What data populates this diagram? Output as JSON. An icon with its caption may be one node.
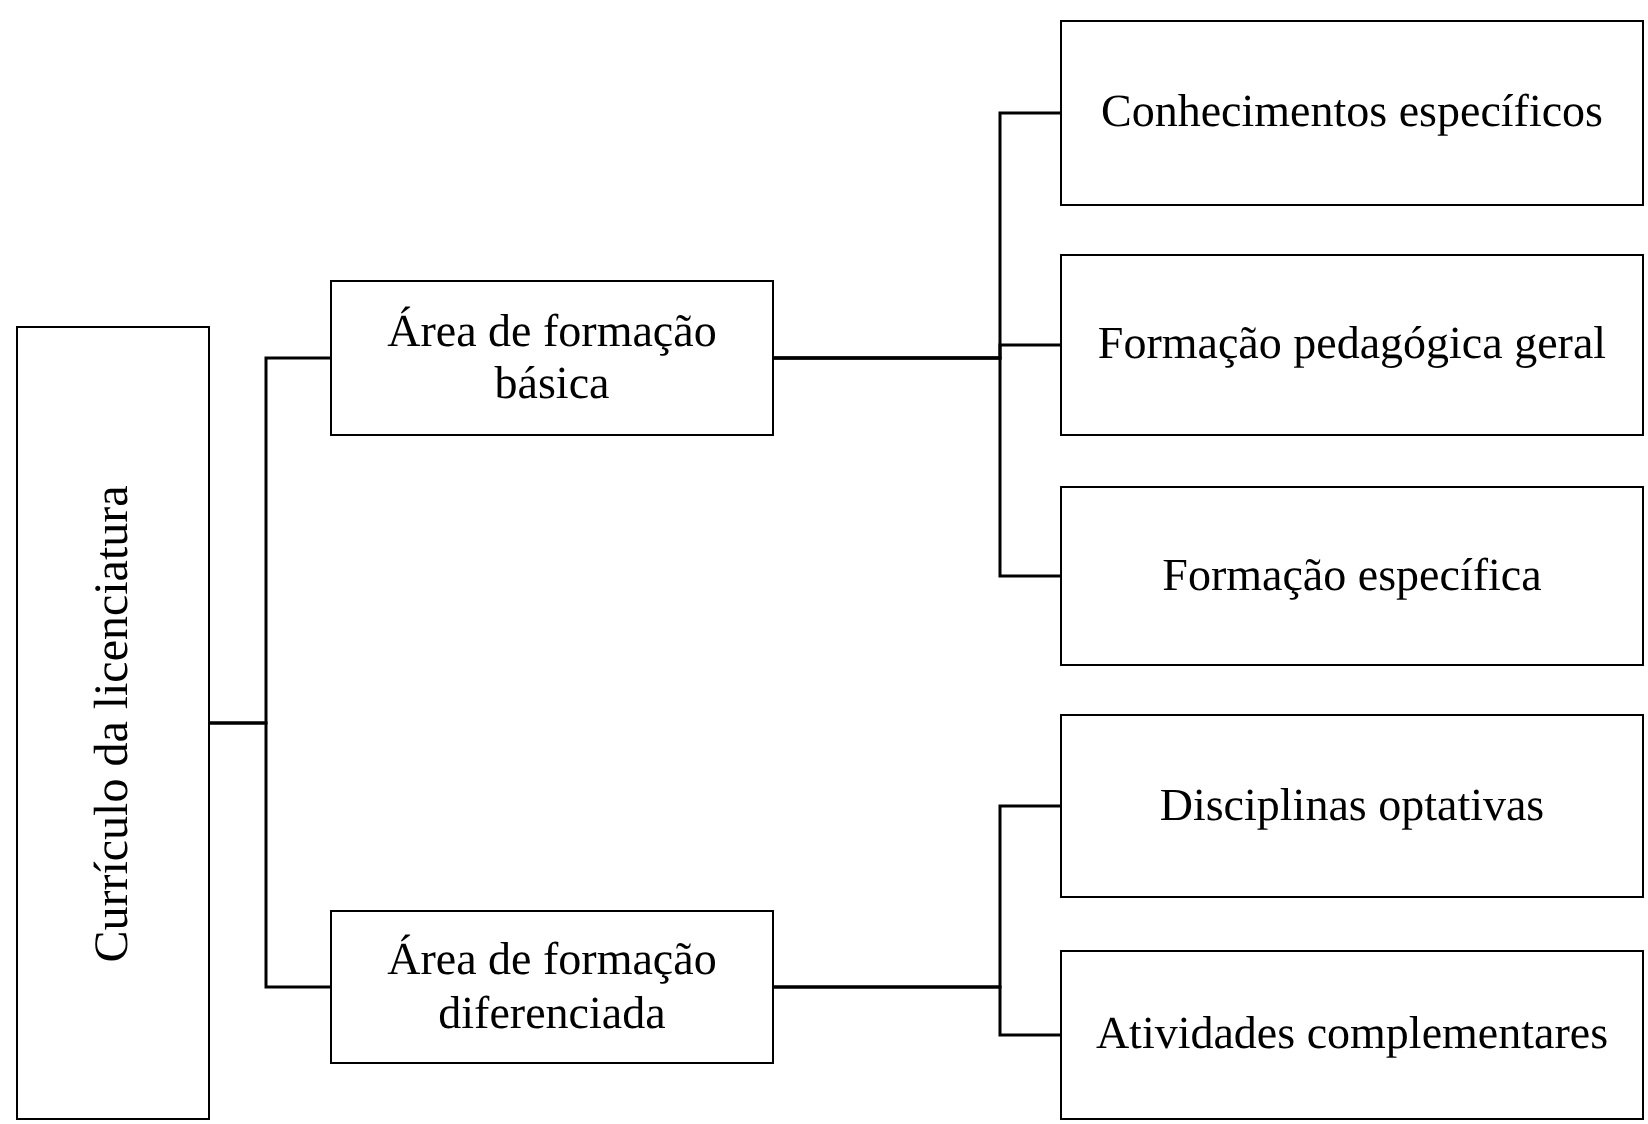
{
  "diagram": {
    "nodes": [
      {
        "text": [
          "Currículo da licenciatura"
        ]
      },
      {
        "text": [
          "Área de formação básica"
        ]
      },
      {
        "text": [
          "Área de formação diferenciada"
        ]
      },
      {
        "text": [
          "Conhecimentos específicos"
        ]
      },
      {
        "text": [
          "Formação pedagógica geral"
        ]
      },
      {
        "text": [
          "Formação específica"
        ]
      },
      {
        "text": [
          "Disciplinas optativas"
        ]
      },
      {
        "text": [
          "Atividades complementares"
        ]
      }
    ],
    "edges": [
      {
        "from": 0,
        "to": 1,
        "arrow": "none"
      },
      {
        "from": 0,
        "to": 2,
        "arrow": "none"
      },
      {
        "from": 1,
        "to": 3,
        "arrow": "none"
      },
      {
        "from": 1,
        "to": 4,
        "arrow": "none"
      },
      {
        "from": 1,
        "to": 5,
        "arrow": "none"
      },
      {
        "from": 2,
        "to": 6,
        "arrow": "none"
      },
      {
        "from": 2,
        "to": 7,
        "arrow": "none"
      }
    ]
  }
}
